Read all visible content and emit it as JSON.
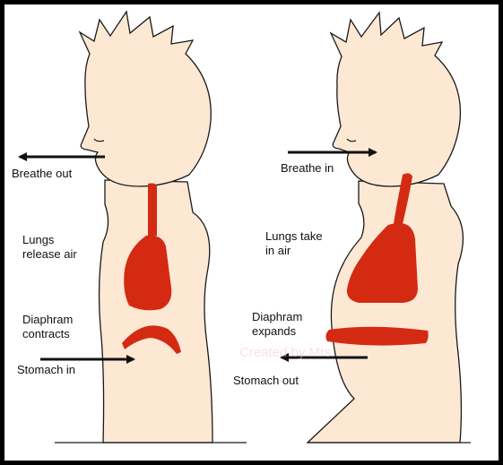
{
  "left_figure": {
    "breathe_label": "Breathe out",
    "lungs_label_line1": "Lungs",
    "lungs_label_line2": "release air",
    "diaphragm_label_line1": "Diaphram",
    "diaphragm_label_line2": "contracts",
    "stomach_label": "Stomach in"
  },
  "right_figure": {
    "breathe_label": "Breathe in",
    "lungs_label_line1": "Lungs take",
    "lungs_label_line2": "in air",
    "diaphragm_label_line1": "Diaphram",
    "diaphragm_label_line2": "expands",
    "stomach_label": "Stomach out"
  },
  "watermark": "Created by Mrs",
  "colors": {
    "skin": "#fde8d4",
    "organ": "#d42a12",
    "outline": "#1a1a1a",
    "background": "#ffffff",
    "frame": "#000000"
  }
}
